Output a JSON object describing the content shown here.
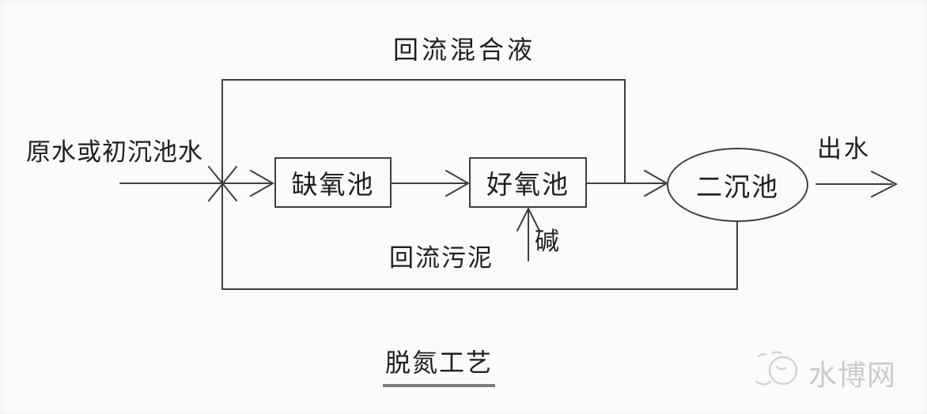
{
  "page": {
    "background": "#fbfbfb",
    "kind": "process-flow-diagram"
  },
  "diagram": {
    "title": "脱氮工艺",
    "influent_label": "原水或初沉池水",
    "effluent_label": "出水",
    "top_recycle_label": "回流混合液",
    "bottom_recycle_label": "回流污泥",
    "alkali_label": "碱",
    "nodes": {
      "anoxic": {
        "label": "缺氧池",
        "shape": "rect"
      },
      "aerobic": {
        "label": "好氧池",
        "shape": "rect"
      },
      "clarifier": {
        "label": "二沉池",
        "shape": "ellipse"
      }
    },
    "edges": [
      {
        "from": "influent",
        "to": "mixing-junction",
        "label": "原水或初沉池水"
      },
      {
        "from": "mixing-junction",
        "to": "anoxic"
      },
      {
        "from": "anoxic",
        "to": "aerobic"
      },
      {
        "from": "aerobic",
        "to": "clarifier"
      },
      {
        "from": "clarifier",
        "to": "effluent",
        "label": "出水"
      },
      {
        "from": "aerobic-outlet",
        "to": "mixing-junction",
        "label": "回流混合液",
        "type": "recycle-top"
      },
      {
        "from": "clarifier-bottom",
        "to": "mixing-junction",
        "label": "回流污泥",
        "type": "recycle-bottom"
      },
      {
        "from": "alkali-feed",
        "to": "aerobic",
        "label": "碱",
        "type": "chemical-dose"
      }
    ],
    "colors": {
      "line": "#3e3e3e",
      "text": "#1e1e1e",
      "underline": "#7c7c7c",
      "watermark": "#cbcbcb",
      "background": "#fbfbfb"
    }
  },
  "watermark": {
    "text": "水博网",
    "logo": "water-drop-mascot-logo"
  }
}
